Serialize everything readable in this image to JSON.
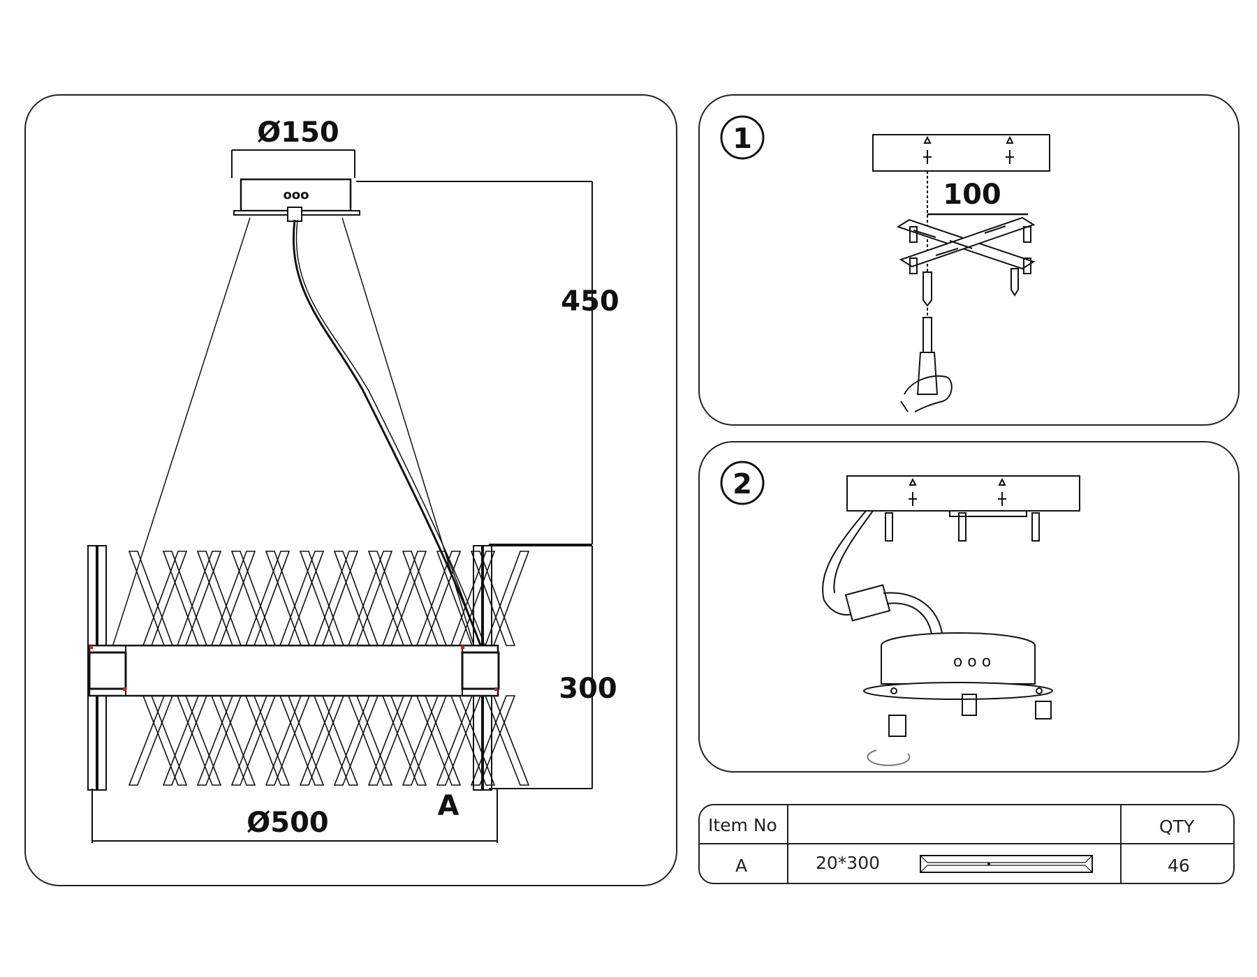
{
  "main_drawing": {
    "dim_canopy": "Ø150",
    "dim_height_drop": "450",
    "dim_body_height": "300",
    "dim_body_diameter": "Ø500",
    "canopy_indicator": "ooo",
    "part_label": "A"
  },
  "step1": {
    "number": "1",
    "dim_spacing": "100"
  },
  "step2": {
    "number": "2",
    "indicator": "o o o"
  },
  "parts_table": {
    "headers": {
      "item_no": "Item No",
      "desc": "",
      "qty": "QTY"
    },
    "rows": [
      {
        "item_no": "A",
        "size": "20*300",
        "qty": "46"
      }
    ]
  }
}
